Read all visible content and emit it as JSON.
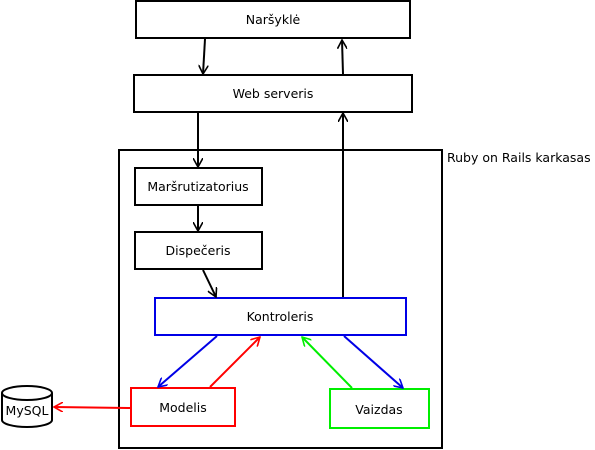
{
  "nodes": {
    "browser": "Naršyklė",
    "web_server": "Web serveris",
    "framework": "Ruby on Rails karkasas",
    "router": "Maršrutizatorius",
    "dispatcher": "Dispečeris",
    "controller": "Kontroleris",
    "model": "Modelis",
    "view": "Vaizdas",
    "database": "MySQL"
  },
  "colors": {
    "line": "#000000",
    "controller_border": "#0000e6",
    "model_border": "#ff0000",
    "view_border": "#00ee00",
    "arrow_blue": "#0000e6",
    "arrow_red": "#ff0000",
    "arrow_green": "#00ee00"
  }
}
